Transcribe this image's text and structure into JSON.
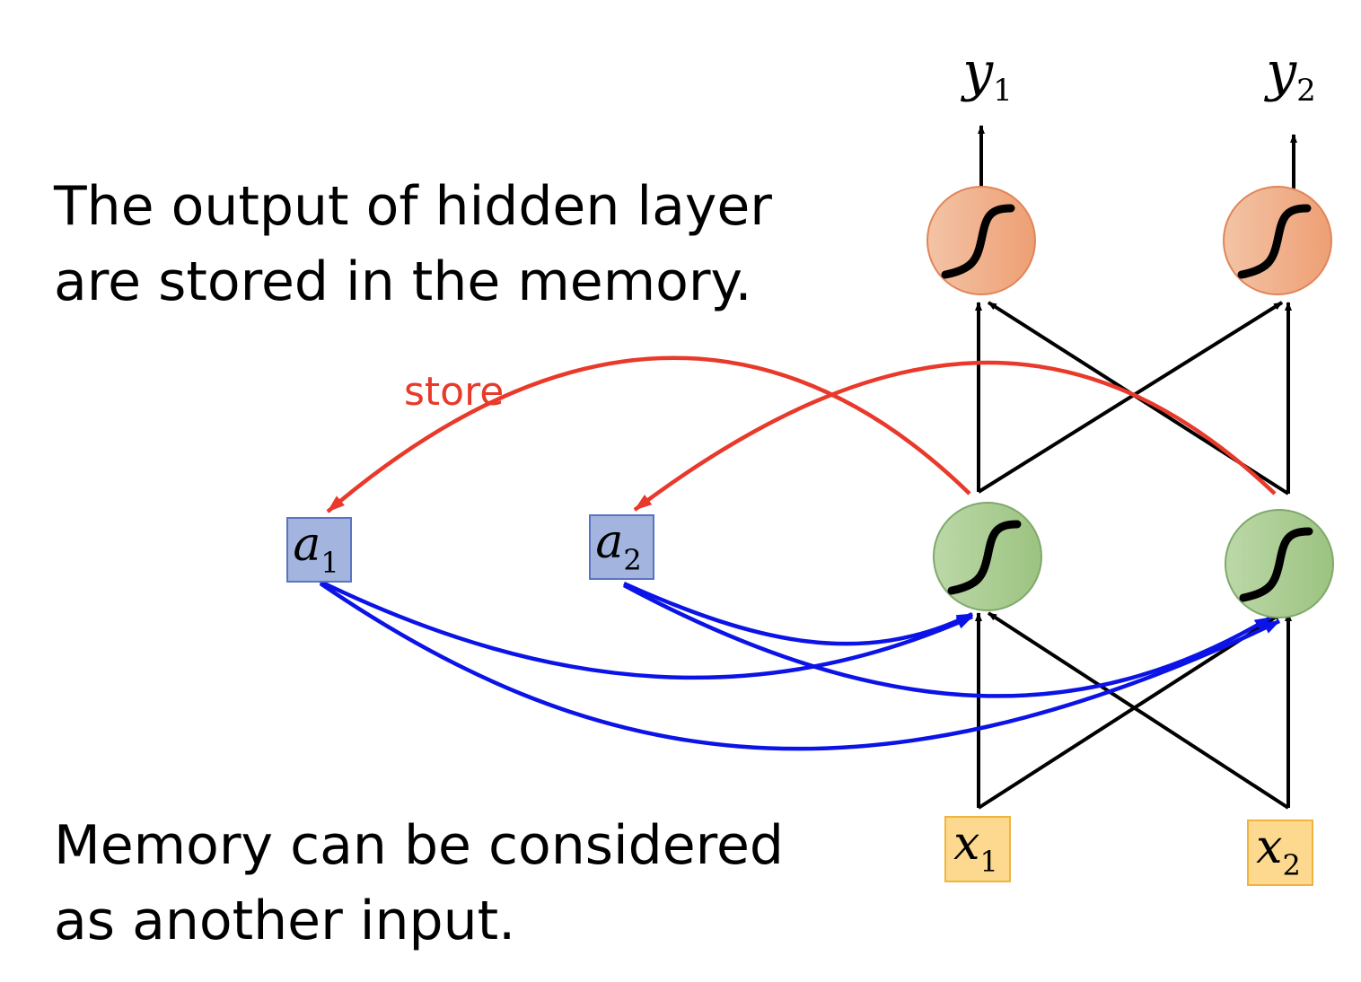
{
  "captions": {
    "top": [
      "The output of hidden layer",
      "are stored in the memory."
    ],
    "bottom": [
      "Memory can be considered",
      "as  another input."
    ]
  },
  "store_label": "store",
  "outputs": [
    {
      "letter": "y",
      "sub": "1"
    },
    {
      "letter": "y",
      "sub": "2"
    }
  ],
  "memory": [
    {
      "letter": "a",
      "sub": "1"
    },
    {
      "letter": "a",
      "sub": "2"
    }
  ],
  "inputs": [
    {
      "letter": "x",
      "sub": "1"
    },
    {
      "letter": "x",
      "sub": "2"
    }
  ],
  "neuron_icon": "sigmoid-curve-icon",
  "colors": {
    "store_arrow": "#e8392a",
    "memory_arrow": "#0b13e6",
    "memory_cell_fill": "#a3b4df",
    "memory_cell_stroke": "#5a74c2",
    "input_cell_fill": "#fcd98e",
    "input_cell_stroke": "#f0b43c",
    "hidden_neuron_fill": "#a9cc8f",
    "hidden_neuron_stroke": "#7fa96a",
    "output_neuron_fill": "#f1b08c",
    "output_neuron_stroke": "#e0855a",
    "weight_arrow": "#000000"
  }
}
